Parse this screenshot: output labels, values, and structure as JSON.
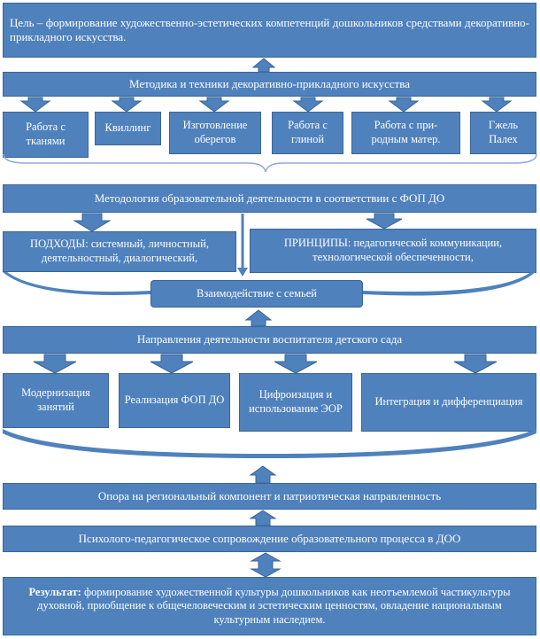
{
  "goal": "Цель  –  формирование  художественно-эстетических  компетенций  дошкольников средствами декоративно-прикладного искусства.",
  "methods_title": "Методика и техники декоративно-прикладного искусства",
  "techniques": [
    "Работа с тканями",
    "Квиллинг",
    "Изготовление оберегов",
    "Работа с глиной",
    "Работа с при-родным  матер.",
    "Гжель Палех"
  ],
  "methodology": "Методология образовательной деятельности в соответствии с ФОП ДО",
  "approaches": "ПОДХОДЫ: системный, личностный, деятельностный, диалогический,",
  "principles": "ПРИНЦИПЫ: педагогической коммуникации, технологической обеспеченности,",
  "family": "Взаимодействие с семьей",
  "directions_title": "Направления деятельности воспитателя детского сада",
  "directions": [
    "Модернизация занятий",
    "Реализация ФОП ДО",
    "Цифроизация  и использование ЭОР",
    "Интеграция и дифференциация"
  ],
  "regional": "Опора на региональный компонент и патриотическая направленность",
  "support": "Психолого-педагогическое  сопровождение образовательного  процесса в ДОО",
  "result_label": "Результат:",
  "result_text": " формирование  художественной культуры дошкольников  как неотъемлемой частикультуры духовной,  приобщение  к общечеловеческим и эстетическим ценностям, овладение национальным  культурным наследием.",
  "colors": {
    "box": "#4f81bd",
    "border": "#3a6596",
    "text": "#ffffff"
  }
}
